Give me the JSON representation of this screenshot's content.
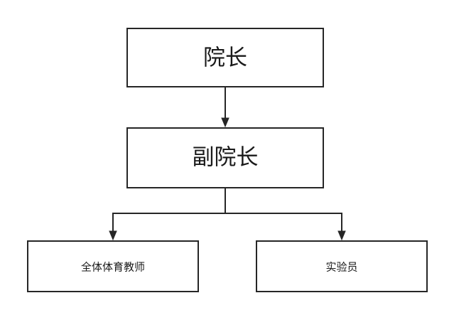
{
  "org_chart": {
    "top": {
      "label": "院长"
    },
    "middle": {
      "label": "副院长"
    },
    "bottom_left": {
      "label": "全体体育教师"
    },
    "bottom_right": {
      "label": "实验员"
    }
  },
  "colors": {
    "stroke": "#262626",
    "text": "#1a1a1a",
    "background": "#ffffff"
  }
}
